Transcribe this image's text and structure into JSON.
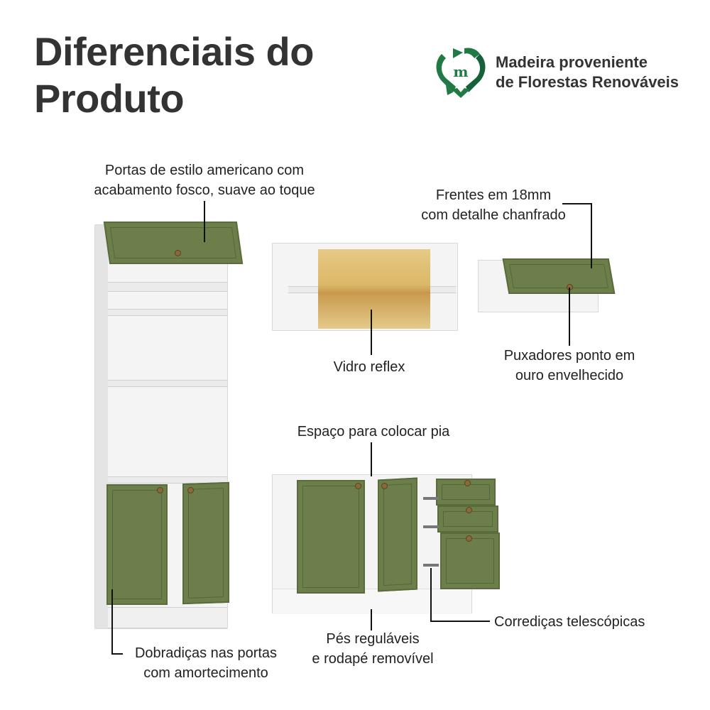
{
  "header": {
    "title_line1": "Diferenciais do",
    "title_line2": "Produto"
  },
  "badge": {
    "icon": "recycle-heart-m-icon",
    "line1": "Madeira proveniente",
    "line2": "de Florestas Renováveis",
    "color": "#1f7a45"
  },
  "callouts": {
    "portas": {
      "line1": "Portas de estilo americano com",
      "line2": "acabamento fosco, suave ao toque"
    },
    "frentes": {
      "line1": "Frentes em 18mm",
      "line2": "com detalhe chanfrado"
    },
    "vidro": {
      "line1": "Vidro reflex"
    },
    "puxadores": {
      "line1": "Puxadores ponto em",
      "line2": "ouro envelhecido"
    },
    "espaco": {
      "line1": "Espaço para colocar pia"
    },
    "corredicas": {
      "line1": "Corrediças telescópicas"
    },
    "pes": {
      "line1": "Pés reguláveis",
      "line2": "e rodapé removível"
    },
    "dobradicas": {
      "line1": "Dobradiças nas portas",
      "line2": "com amortecimento"
    }
  },
  "colors": {
    "door_green": "#6c7f4a",
    "cabinet_white": "#f4f4f4",
    "glass_amber": "#d9b25c",
    "text": "#333333"
  }
}
